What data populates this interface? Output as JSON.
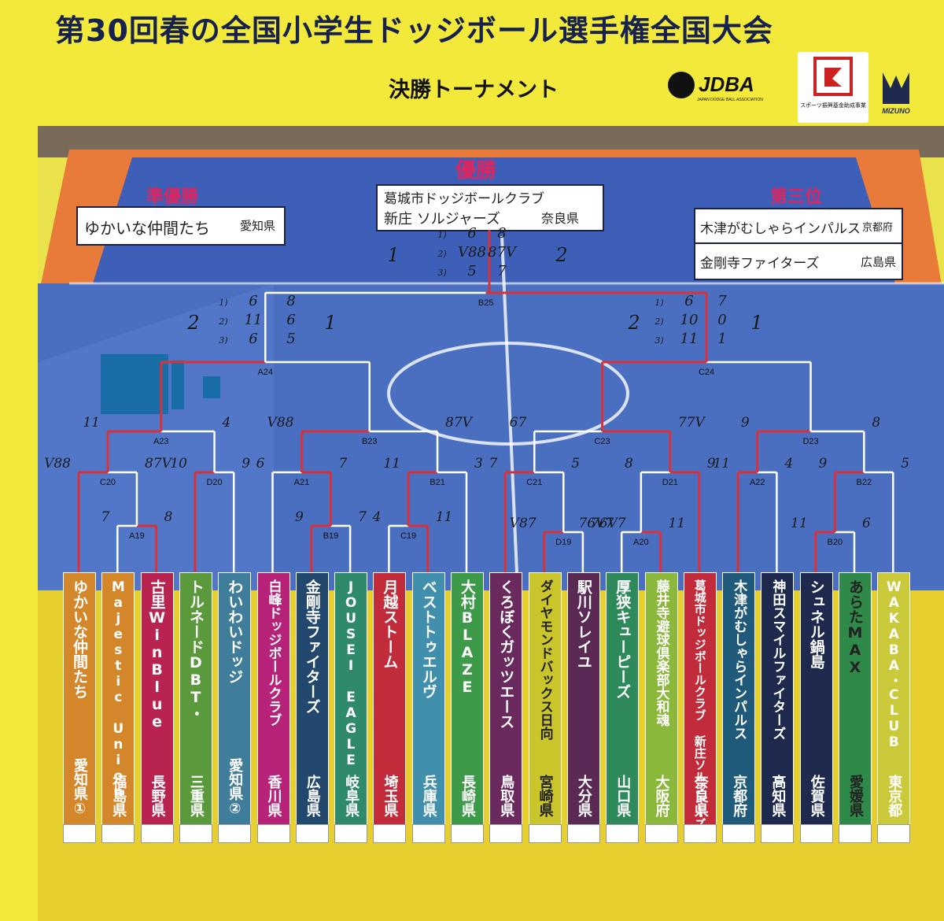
{
  "header": {
    "title": "第30回春の全国小学生ドッジボール選手権全国大会",
    "subtitle": "決勝トーナメント",
    "jdba_logo_text": "JDBA",
    "jdba_logo_sub": "JAPAN DODGE BALL ASSOCIATION",
    "sport_logo_text": "スポーツ振興基金助成事業",
    "mizuno_logo_text": "MIZUNO"
  },
  "results": {
    "champion_title": "優勝",
    "champion_line1": "葛城市ドッジボールクラブ",
    "champion_line2": "新庄 ソルジャーズ",
    "champion_pref": "奈良県",
    "runnerup_title": "準優勝",
    "runnerup_name": "ゆかいな仲間たち",
    "runnerup_pref": "愛知県",
    "third_title": "第三位",
    "third_1_name": "木津がむしゃらインパルス",
    "third_1_pref": "京都府",
    "third_2_name": "金剛寺ファイターズ",
    "third_2_pref": "広島県"
  },
  "colors": {
    "board_yellow": "#f3e93a",
    "title_navy": "#16214f",
    "accent_pink": "#e0245e",
    "winner_line": "#d9313a"
  },
  "teams": [
    {
      "name": "ゆかいな仲間たち",
      "pref": "愛知県①",
      "color": "#d4862a"
    },
    {
      "name": "Majestic Union",
      "pref": "福島県",
      "color": "#d4862a"
    },
    {
      "name": "古里WinBlue",
      "pref": "長野県",
      "color": "#b8234f"
    },
    {
      "name": "トルネードDBT・",
      "pref": "三重県",
      "color": "#5a9a3c"
    },
    {
      "name": "わいわいドッジ",
      "pref": "愛知県②",
      "color": "#3f7d9a"
    },
    {
      "name": "白峰ドッジボールクラブ",
      "pref": "香川県",
      "color": "#b8237a"
    },
    {
      "name": "金剛寺ファイターズ",
      "pref": "広島県",
      "color": "#22486e"
    },
    {
      "name": "JOUSEI EAGLE",
      "pref": "岐阜県",
      "color": "#2f8a6c"
    },
    {
      "name": "月越ストーム",
      "pref": "埼玉県",
      "color": "#c22b3a"
    },
    {
      "name": "ベストトゥエルヴ",
      "pref": "兵庫県",
      "color": "#3f8fad"
    },
    {
      "name": "大村BLAZE",
      "pref": "長崎県",
      "color": "#3c9a48"
    },
    {
      "name": "くろぼくガッツエース",
      "pref": "鳥取県",
      "color": "#6b2a5e"
    },
    {
      "name": "ダイヤモンドバックス日向",
      "pref": "宮崎県",
      "color": "#c9c52a"
    },
    {
      "name": "駅川ソレイユ",
      "pref": "大分県",
      "color": "#5a2a55"
    },
    {
      "name": "厚狭キューピーズ",
      "pref": "山口県",
      "color": "#2e8a5a"
    },
    {
      "name": "藤井寺避球倶楽部大和魂",
      "pref": "大阪府",
      "color": "#8bb83a"
    },
    {
      "name": "葛城市ドッジボールクラブ 新庄ソルジャーズ",
      "pref": "奈良県",
      "color": "#c22b3a"
    },
    {
      "name": "木津がむしゃらインパルス",
      "pref": "京都府",
      "color": "#1f5a7a"
    },
    {
      "name": "神田スマイルファイターズ",
      "pref": "高知県",
      "color": "#1d2a4e"
    },
    {
      "name": "シュネル鍋島",
      "pref": "佐賀県",
      "color": "#1d2a4e"
    },
    {
      "name": "あらたMAX",
      "pref": "愛媛県",
      "color": "#2f8a4a"
    },
    {
      "name": "WAKABA・CLUB",
      "pref": "東京都",
      "color": "#c9c93a"
    }
  ],
  "match_labels": {
    "A19": "A19",
    "C20": "C20",
    "D20": "D20",
    "A21": "A21",
    "B19": "B19",
    "C19": "C19",
    "B21": "B21",
    "C21": "C21",
    "D19": "D19",
    "A20": "A20",
    "D21": "D21",
    "A22": "A22",
    "B22": "B22",
    "B20": "B20",
    "A23": "A23",
    "B23": "B23",
    "C23": "C23",
    "D23": "D23",
    "A24": "A24",
    "C24": "C24",
    "B25": "B25"
  },
  "scores": {
    "A19": [
      "7",
      "8"
    ],
    "C20": [
      "V88",
      "87V"
    ],
    "D20": [
      "10",
      "9"
    ],
    "B19": [
      "9",
      "7"
    ],
    "A21": [
      "6",
      "7"
    ],
    "C19": [
      "4",
      "11"
    ],
    "B21": [
      "11",
      "3"
    ],
    "D19": [
      "V87",
      "76V7"
    ],
    "C21": [
      "7",
      "5"
    ],
    "A20": [
      "76V7",
      "11"
    ],
    "D21": [
      "8",
      "9"
    ],
    "A22": [
      "11",
      "4"
    ],
    "B20": [
      "11",
      "6"
    ],
    "B22": [
      "9",
      "5"
    ],
    "A23": [
      "11",
      "4"
    ],
    "B23": [
      "V88",
      "87V"
    ],
    "C23": [
      "67",
      "77V"
    ],
    "D23": [
      "9",
      "8"
    ],
    "A24_sets_left": [
      "6",
      "11",
      "6"
    ],
    "A24_sets_right": [
      "8",
      "6",
      "5"
    ],
    "A24_wins": [
      "2",
      "1"
    ],
    "C24_sets_left": [
      "6",
      "10",
      "11"
    ],
    "C24_sets_right": [
      "7",
      "0",
      "1"
    ],
    "C24_wins": [
      "2",
      "1"
    ],
    "final_sets_left": [
      "6",
      "V88",
      "5"
    ],
    "final_sets_right": [
      "8",
      "87V",
      "7"
    ],
    "final_wins": [
      "1",
      "2"
    ],
    "set_labels": [
      "1)",
      "2)",
      "3)"
    ]
  }
}
